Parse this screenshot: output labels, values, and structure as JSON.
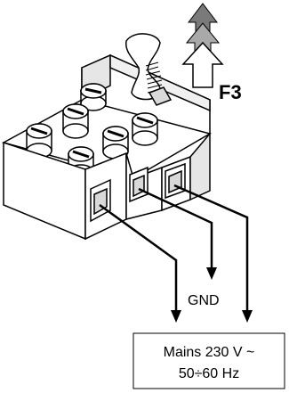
{
  "labels": {
    "fuse": "F3",
    "ground": "GND",
    "mains_line1": "Mains 230 V ~",
    "mains_line2": "50÷60 Hz"
  },
  "colors": {
    "arrow_dark": "#7a7a7a",
    "arrow_mid": "#a9a9a9",
    "arrow_light": "#ffffff",
    "outline": "#000000",
    "body_fill": "#ffffff",
    "shade": "#d9d9d9",
    "wire": "#000000"
  },
  "icons": {
    "arrows": "triple-up-arrow",
    "fuse": "fuse-holder"
  }
}
